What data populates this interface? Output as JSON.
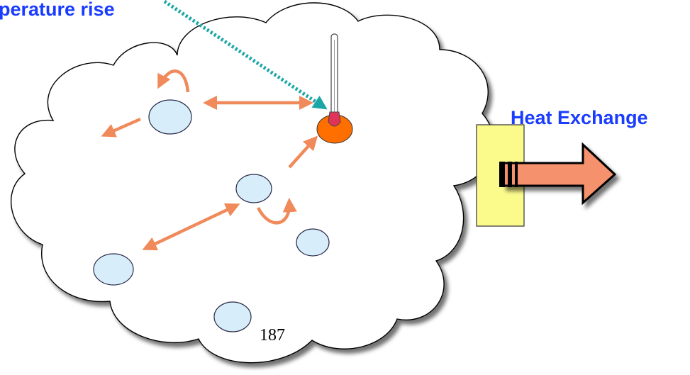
{
  "labels": {
    "temperature_rise": "perature rise",
    "heat_exchange": "Heat Exchange",
    "page_number": "187"
  },
  "colors": {
    "label_text": "#1a3cff",
    "cloud_fill": "#ffffff",
    "cloud_stroke": "#000000",
    "molecule_fill": "#d7eefa",
    "molecule_stroke": "#2a2a4a",
    "hot_molecule_fill": "#ff6f00",
    "arrow_color": "#f08a5a",
    "dotted_arrow_color": "#1aa6a6",
    "exchanger_fill": "#fbfb8c",
    "out_arrow_fill": "#f5916c",
    "thermometer_bulb": "#e0335a"
  },
  "icons": {
    "thermometer": "thermometer-icon",
    "heat_exchanger": "heat-exchanger-block",
    "outflow_arrow": "outflow-arrow-icon"
  }
}
